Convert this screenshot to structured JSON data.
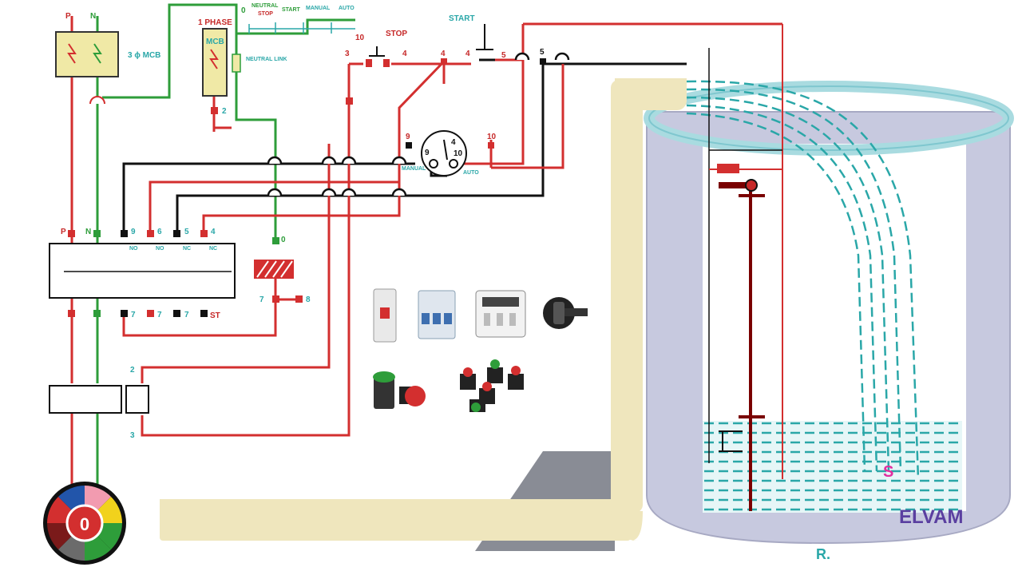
{
  "labels": {
    "phase": "P",
    "neutral": "N",
    "mcb3": "3 ɸ MCB",
    "one_phase": "1 PHASE",
    "mcb": "MCB",
    "neutral_link": "NEUTRAL LINK",
    "zero_top": "0",
    "sel_neutral": "NEUTRAL",
    "sel_stop": "STOP",
    "sel_start": "START",
    "sel_manual": "MANUAL",
    "sel_auto": "AUTO",
    "ten_top": "10",
    "stop": "STOP",
    "start": "START",
    "n3": "3",
    "n4a": "4",
    "n4b": "4",
    "n4c": "4",
    "n5a": "5",
    "n5b": "5",
    "n2": "2",
    "n9sw": "9",
    "n10sw": "10",
    "manual_sw": "MANUAL",
    "auto_sw": "AUTO",
    "sw_9": "9",
    "sw_4": "4",
    "sw_10": "10",
    "c_p": "P",
    "c_n": "N",
    "c_9": "9",
    "c_6": "6",
    "c_5": "5",
    "c_4": "4",
    "no1": "NO",
    "no2": "NO",
    "nc1": "NC",
    "nc2": "NC",
    "coil_0": "0",
    "b7a": "7",
    "b7b": "7",
    "b7c": "7",
    "st": "ST",
    "r7": "7",
    "r8": "8",
    "ol2": "2",
    "ol3": "3",
    "motor": "0",
    "s_mark": "S",
    "brand": "ELVAM",
    "r_mark": "R."
  },
  "colors": {
    "phase_wire": "#d32f2f",
    "neutral_wire": "#2e9d3a",
    "control_wire": "#111111",
    "water": "#2aa7a8",
    "pipe": "#efe6bd",
    "tank_wall": "#c7c9df",
    "mcb_fill": "#f0e9a6",
    "brand_text": "#5a3fa0",
    "s_mark_color": "#e02fa0"
  },
  "icons": [
    "mcb-single-pole-icon",
    "mcb-three-pole-icon",
    "contactor-icon",
    "selector-switch-icon",
    "indicator-lamp-icon",
    "push-button-icon",
    "motor-icon"
  ]
}
